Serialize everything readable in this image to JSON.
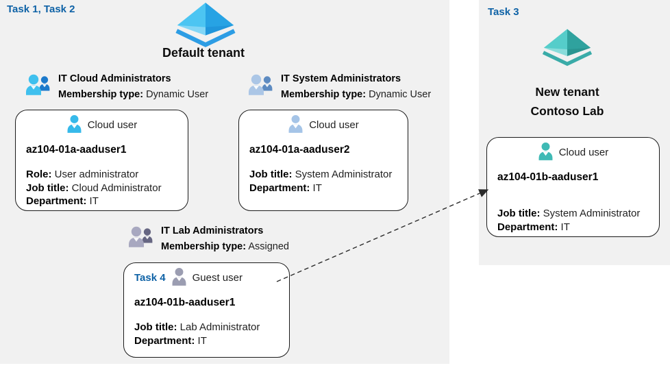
{
  "colors": {
    "task_label_blue": "#0e62a6",
    "panel_bg": "#f1f1f1",
    "card_border": "#1a1a1a",
    "arrow": "#2b2b2b",
    "default_tenant_icon": {
      "left_face": "#4cc5f2",
      "right_face": "#27a3e4",
      "rim": "#2d9de4"
    },
    "new_tenant_icon": {
      "left_face": "#55cdca",
      "right_face": "#2fa29e",
      "rim": "#3aaba8"
    }
  },
  "left_panel": {
    "task_label": "Task 1, Task 2",
    "tenant_name": "Default tenant",
    "groups": [
      {
        "name": "IT Cloud Administrators",
        "membership_label": "Membership type:",
        "membership_value": "Dynamic User",
        "icon_front": "#3fc0ee",
        "icon_back": "#1b79cb"
      },
      {
        "name": "IT System Administrators",
        "membership_label": "Membership type:",
        "membership_value": "Dynamic User",
        "icon_front": "#abc6e6",
        "icon_back": "#5d8bc1"
      },
      {
        "name": "IT Lab Administrators",
        "membership_label": "Membership type:",
        "membership_value": "Assigned",
        "icon_front": "#a8a8c0",
        "icon_back": "#666682"
      }
    ],
    "cards": [
      {
        "user_type": "Cloud user",
        "username": "az104-01a-aaduser1",
        "icon_color": "#36b9ea",
        "lines": [
          {
            "label": "Role:",
            "value": "User administrator"
          },
          {
            "label": "Job title:",
            "value": "Cloud Administrator"
          },
          {
            "label": "Department:",
            "value": "IT"
          }
        ]
      },
      {
        "user_type": "Cloud user",
        "username": "az104-01a-aaduser2",
        "icon_color": "#a5c4e7",
        "lines": [
          {
            "label": "Job title:",
            "value": "System Administrator"
          },
          {
            "label": "Department:",
            "value": "IT"
          }
        ]
      },
      {
        "task_label": "Task 4",
        "user_type": "Guest user",
        "username": "az104-01b-aaduser1",
        "icon_color": "#9b9db1",
        "lines": [
          {
            "label": "Job title:",
            "value": "Lab Administrator"
          },
          {
            "label": "Department:",
            "value": "IT"
          }
        ]
      }
    ]
  },
  "right_panel": {
    "task_label": "Task 3",
    "tenant_name_line1": "New tenant",
    "tenant_name_line2": "Contoso Lab",
    "card": {
      "user_type": "Cloud user",
      "username": "az104-01b-aaduser1",
      "icon_color": "#3fbab5",
      "lines": [
        {
          "label": "Job title:",
          "value": "System Administrator"
        },
        {
          "label": "Department:",
          "value": "IT"
        }
      ]
    }
  }
}
